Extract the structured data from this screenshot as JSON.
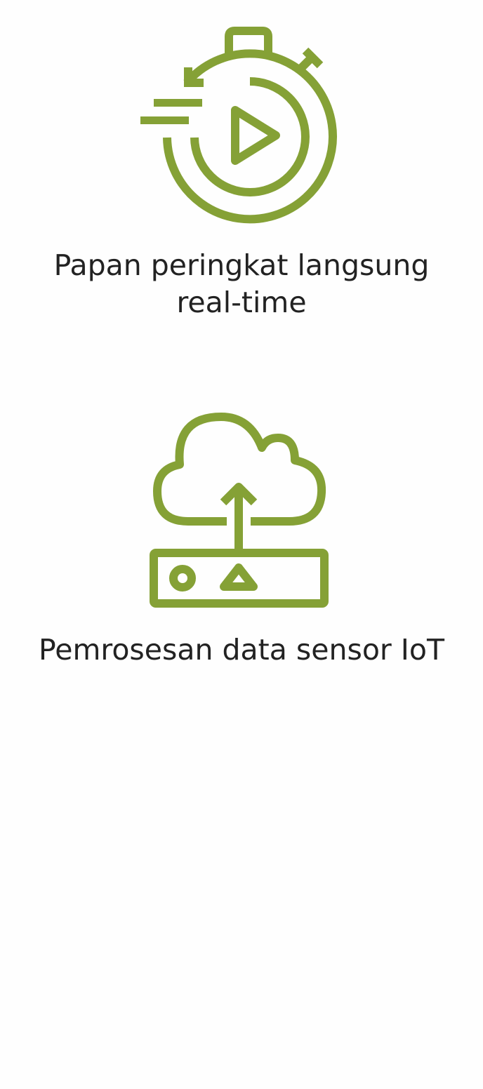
{
  "theme": {
    "background": "#fefefe",
    "icon_color": "#85a136",
    "text_color": "#222222"
  },
  "features": [
    {
      "icon": "stopwatch-play-icon",
      "caption_line1": "Papan peringkat langsung",
      "caption_line2": "real-time"
    },
    {
      "icon": "cloud-upload-device-icon",
      "caption_line1": "Pemrosesan data sensor IoT"
    }
  ]
}
